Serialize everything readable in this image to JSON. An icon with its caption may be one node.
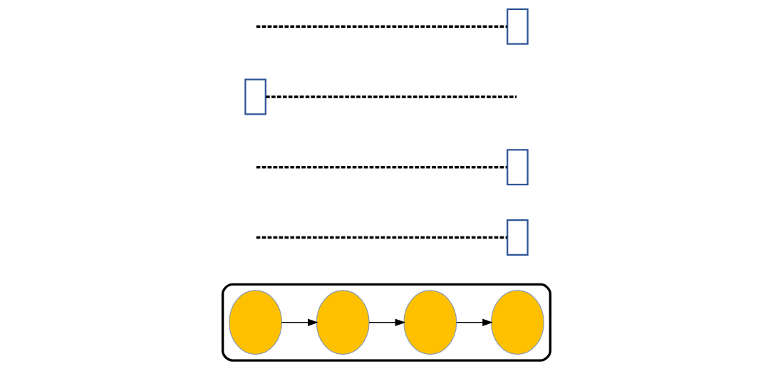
{
  "diagram": {
    "nodes": [
      {
        "text": [],
        "shape": "octagon"
      },
      {
        "text": [],
        "shape": "ellipse",
        "in": 0
      },
      {
        "text": [],
        "shape": "ellipse",
        "in": 0
      },
      {
        "text": [],
        "shape": "ellipse",
        "in": 0
      },
      {
        "text": [],
        "shape": "ellipse",
        "in": 0
      },
      {
        "text": [],
        "shape": "box"
      },
      {
        "text": [],
        "shape": "box"
      },
      {
        "text": [],
        "shape": "box"
      },
      {
        "text": [],
        "shape": "box"
      }
    ],
    "edges": [
      {
        "from": 1,
        "to": 2,
        "arrow": "to"
      },
      {
        "from": 2,
        "to": 3,
        "arrow": "to"
      },
      {
        "from": 3,
        "to": 4,
        "arrow": "to"
      },
      {
        "from": null,
        "to": 5,
        "arrow": "none",
        "style": "dashed"
      },
      {
        "from": null,
        "to": 6,
        "arrow": "none",
        "style": "dashed"
      },
      {
        "from": 7,
        "to": null,
        "arrow": "none",
        "style": "dashed"
      },
      {
        "from": null,
        "to": 8,
        "arrow": "none",
        "style": "dashed"
      }
    ]
  }
}
